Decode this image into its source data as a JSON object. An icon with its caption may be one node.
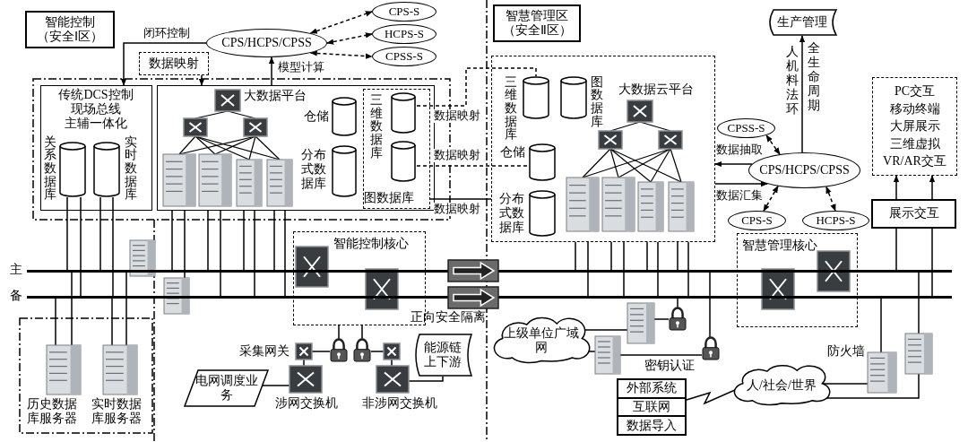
{
  "diagram": {
    "nodes": [
      {
        "text": [
          "智能控制（安全Ⅰ区）"
        ]
      },
      {
        "text": [
          "CPS/HCPS/CPSS"
        ]
      },
      {
        "text": [
          "CPS-S"
        ]
      },
      {
        "text": [
          "HCPS-S"
        ]
      },
      {
        "text": [
          "CPSS-S"
        ]
      },
      {
        "text": [
          "数据映射"
        ]
      },
      {
        "text": [
          "传统DCS控制",
          "现场总线",
          "主辅一体化"
        ]
      },
      {
        "text": [],
        "shape": "cylinder",
        "in": 6,
        "beside": [
          "关系数据库"
        ]
      },
      {
        "text": [],
        "shape": "cylinder",
        "in": 6,
        "beside": [
          "实时数据库"
        ]
      },
      {
        "text": [
          "大数据平台"
        ]
      },
      {
        "text": [],
        "shape": "cylinder",
        "in": 9,
        "beside": [
          "仓储"
        ]
      },
      {
        "text": [],
        "shape": "cylinder",
        "in": 9,
        "beside": [
          "分布式数据库"
        ]
      },
      {
        "text": [
          "图数据库"
        ],
        "in": 9
      },
      {
        "text": [],
        "shape": "cylinder",
        "in": 12,
        "beside": [
          "三维数据库"
        ]
      },
      {
        "text": [],
        "shape": "cylinder",
        "in": 12
      },
      {
        "text": [
          "智慧管理区（安全Ⅱ区）"
        ]
      },
      {
        "text": [
          "大数据云平台"
        ]
      },
      {
        "text": [],
        "shape": "cylinder",
        "in": 16,
        "beside": [
          "三维数据库"
        ]
      },
      {
        "text": [],
        "shape": "cylinder",
        "in": 16,
        "beside": [
          "图数据库"
        ]
      },
      {
        "text": [],
        "shape": "cylinder",
        "in": 16,
        "beside": [
          "仓储"
        ]
      },
      {
        "text": [],
        "shape": "cylinder",
        "in": 16,
        "beside": [
          "分布式数据库"
        ]
      },
      {
        "text": [
          "生产管理"
        ]
      },
      {
        "text": [
          "CPS/HCPS/CPSS"
        ]
      },
      {
        "text": [
          "CPSS-S"
        ]
      },
      {
        "text": [
          "CPS-S"
        ]
      },
      {
        "text": [
          "HCPS-S"
        ]
      },
      {
        "text": [
          "PC交互",
          "移动终端",
          "大屏展示",
          "三维虚拟",
          "VR/AR交互"
        ]
      },
      {
        "text": [
          "展示交互"
        ]
      },
      {
        "text": [
          "智能控制核心"
        ]
      },
      {
        "text": [
          "智慧管理核心"
        ]
      },
      {
        "text": [],
        "shape": "picture",
        "beside": [
          "历史数据库服务器"
        ]
      },
      {
        "text": [],
        "shape": "picture",
        "beside": [
          "实时数据库服务器"
        ]
      },
      {
        "text": [],
        "shape": "picture",
        "beside": [
          "采集网关"
        ]
      },
      {
        "text": [],
        "shape": "picture",
        "beside": [
          "涉网交换机"
        ]
      },
      {
        "text": [
          "电网调度业务"
        ]
      },
      {
        "text": [],
        "shape": "picture"
      },
      {
        "text": [],
        "shape": "picture"
      },
      {
        "text": [],
        "shape": "picture"
      },
      {
        "text": [],
        "shape": "picture",
        "beside": [
          "非涉网交换机"
        ]
      },
      {
        "text": [
          "能源链上下游"
        ]
      },
      {
        "text": [
          "上级单位广域网"
        ]
      },
      {
        "text": [],
        "shape": "picture",
        "beside": [
          "密钥认证"
        ]
      },
      {
        "text": [
          "外部系统",
          "互联网",
          "数据导入"
        ]
      },
      {
        "text": [
          "人/社会/世界"
        ]
      },
      {
        "text": [],
        "shape": "picture",
        "beside": [
          "防火墙"
        ]
      },
      {
        "text": [],
        "shape": "bar",
        "beside": [
          "主"
        ]
      },
      {
        "text": [],
        "shape": "bar",
        "beside": [
          "备"
        ]
      },
      {
        "text": [],
        "shape": "picture"
      },
      {
        "text": [],
        "shape": "picture",
        "beside": [
          "正向安全隔离"
        ]
      },
      {
        "text": [],
        "shape": "picture"
      },
      {
        "text": [],
        "shape": "picture"
      },
      {
        "text": [],
        "shape": "picture"
      },
      {
        "text": [],
        "shape": "picture"
      }
    ],
    "edges": [
      {
        "from": 1,
        "to": 6,
        "arrow": "to",
        "label": "闭环控制"
      },
      {
        "from": 5,
        "to": 9,
        "arrow": "to",
        "style": "dashed"
      },
      {
        "from": 9,
        "to": 1,
        "arrow": "to",
        "label": "模型计算"
      },
      {
        "from": 1,
        "to": 2,
        "arrow": "both",
        "style": "dashed"
      },
      {
        "from": 1,
        "to": 3,
        "arrow": "both",
        "style": "dashed"
      },
      {
        "from": 1,
        "to": 4,
        "arrow": "both",
        "style": "dashed"
      },
      {
        "from": 13,
        "to": 17,
        "arrow": "none",
        "style": "dashed",
        "label": "数据映射"
      },
      {
        "from": 14,
        "to": 19,
        "arrow": "none",
        "style": "dashed",
        "label": "数据映射"
      },
      {
        "from": 12,
        "to": 16,
        "arrow": "none",
        "label": "数据映射"
      },
      {
        "from": 22,
        "to": 21,
        "arrow": "to",
        "label": "人机料法环"
      },
      {
        "from": 22,
        "to": 16,
        "arrow": "to",
        "label": "数据抽取"
      },
      {
        "from": 16,
        "to": 22,
        "arrow": "to",
        "label": "数据汇集"
      },
      {
        "from": 22,
        "to": 23,
        "arrow": "both",
        "style": "dashed"
      },
      {
        "from": 22,
        "to": 24,
        "arrow": "both",
        "style": "dashed"
      },
      {
        "from": 22,
        "to": 25,
        "arrow": "both",
        "style": "dashed"
      },
      {
        "from": 27,
        "to": 26,
        "arrow": "to"
      },
      {
        "from": 27,
        "to": 26,
        "arrow": "to"
      },
      {
        "from": 34,
        "to": 33,
        "arrow": "none"
      },
      {
        "from": 33,
        "to": 32,
        "arrow": "none"
      },
      {
        "from": 32,
        "to": 35,
        "arrow": "none"
      },
      {
        "from": 36,
        "to": 37,
        "arrow": "none"
      },
      {
        "from": 37,
        "to": 38,
        "arrow": "none"
      },
      {
        "from": 38,
        "to": 39,
        "arrow": "none"
      },
      {
        "from": 42,
        "to": 43,
        "arrow": "none"
      },
      {
        "from": 43,
        "to": 44,
        "arrow": "none"
      },
      {
        "from": 7,
        "to": 45,
        "arrow": "none"
      },
      {
        "from": 7,
        "to": 46,
        "arrow": "none"
      },
      {
        "from": 8,
        "to": 45,
        "arrow": "none"
      },
      {
        "from": 8,
        "to": 46,
        "arrow": "none"
      },
      {
        "from": 9,
        "to": 45,
        "arrow": "none"
      },
      {
        "from": 9,
        "to": 46,
        "arrow": "none"
      },
      {
        "from": 9,
        "to": 45,
        "arrow": "none"
      },
      {
        "from": 9,
        "to": 46,
        "arrow": "none"
      },
      {
        "from": 9,
        "to": 45,
        "arrow": "none"
      },
      {
        "from": 9,
        "to": 46,
        "arrow": "none"
      },
      {
        "from": 9,
        "to": 45,
        "arrow": "none"
      },
      {
        "from": 9,
        "to": 46,
        "arrow": "none"
      },
      {
        "from": 16,
        "to": 45,
        "arrow": "none"
      },
      {
        "from": 16,
        "to": 46,
        "arrow": "none"
      },
      {
        "from": 16,
        "to": 45,
        "arrow": "none"
      },
      {
        "from": 16,
        "to": 46,
        "arrow": "none"
      },
      {
        "from": 16,
        "to": 45,
        "arrow": "none"
      },
      {
        "from": 16,
        "to": 46,
        "arrow": "none"
      },
      {
        "from": 16,
        "to": 45,
        "arrow": "none"
      },
      {
        "from": 16,
        "to": 46,
        "arrow": "none"
      },
      {
        "from": 30,
        "to": 46,
        "arrow": "none"
      },
      {
        "from": 30,
        "to": 45,
        "arrow": "none"
      },
      {
        "from": 31,
        "to": 46,
        "arrow": "none"
      },
      {
        "from": 31,
        "to": 45,
        "arrow": "none"
      },
      {
        "from": 27,
        "to": 45,
        "arrow": "none"
      },
      {
        "from": 27,
        "to": 46,
        "arrow": "none"
      },
      {
        "from": 28,
        "to": 35,
        "arrow": "none"
      },
      {
        "from": 28,
        "to": 36,
        "arrow": "none"
      },
      {
        "from": 40,
        "to": 50,
        "arrow": "none"
      },
      {
        "from": 40,
        "to": 49,
        "arrow": "none"
      },
      {
        "from": 50,
        "to": 51,
        "arrow": "none"
      },
      {
        "from": 46,
        "to": 51,
        "arrow": "none"
      },
      {
        "from": 49,
        "to": 41,
        "arrow": "none"
      },
      {
        "from": 45,
        "to": 41,
        "arrow": "none"
      },
      {
        "from": 46,
        "to": 44,
        "arrow": "none"
      },
      {
        "from": 45,
        "to": 52,
        "arrow": "none"
      },
      {
        "from": 43,
        "to": 52,
        "arrow": "none"
      }
    ],
    "labels": [
      "全生命周期"
    ]
  }
}
